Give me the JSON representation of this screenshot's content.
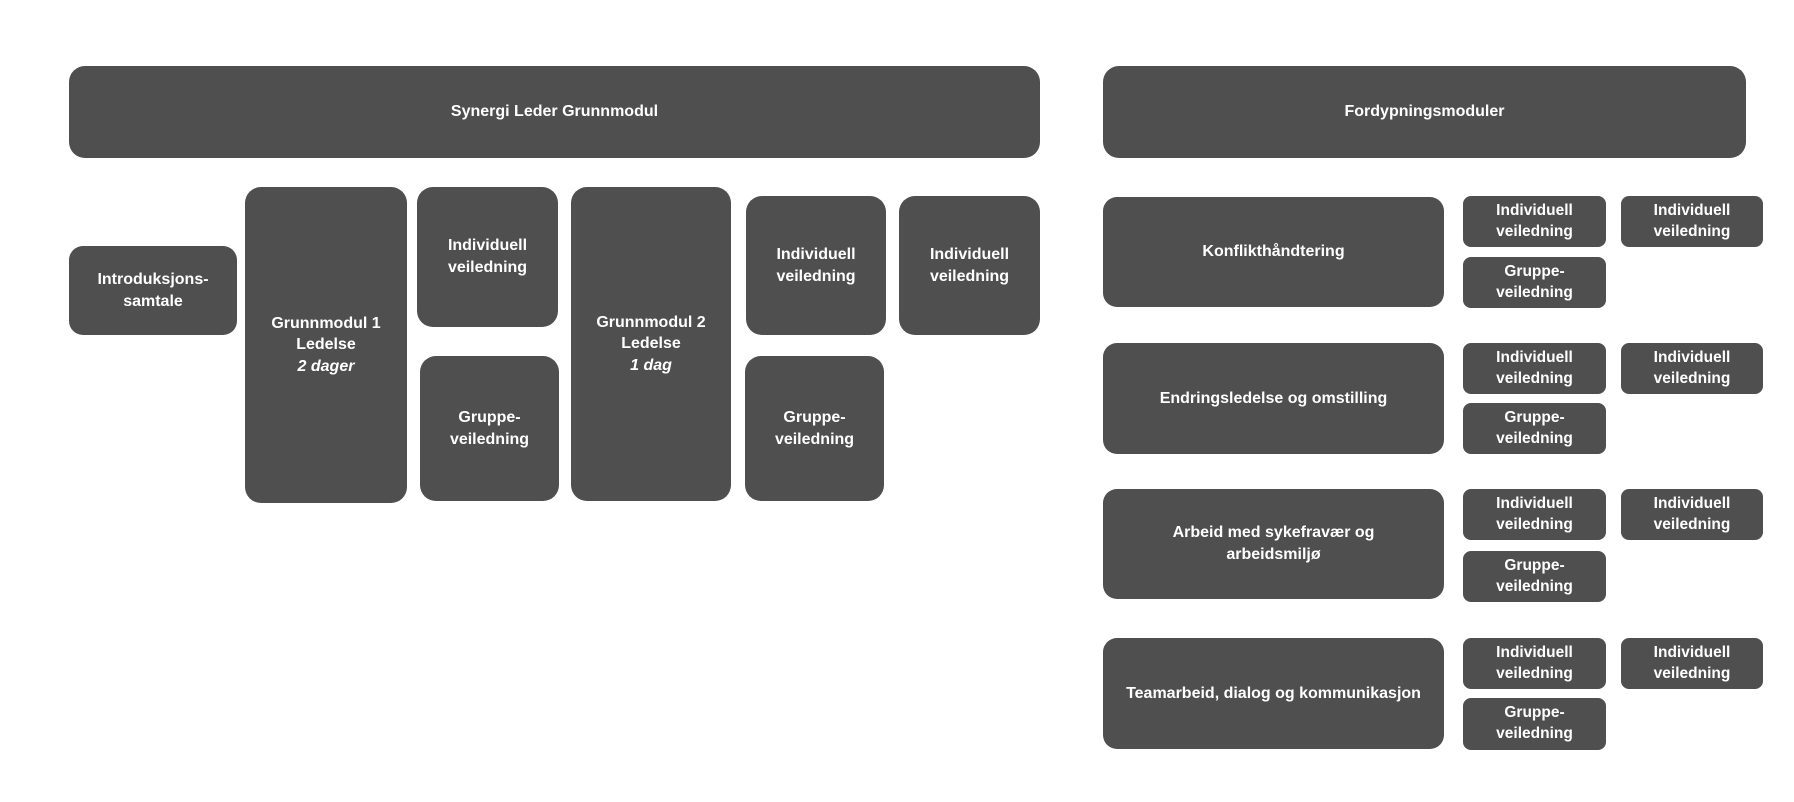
{
  "grunnmodul": {
    "header": "Synergi Leder Grunnmodul",
    "intro": [
      "Introduksjons-",
      "samtale"
    ],
    "module1": {
      "lines": [
        "Grunnmodul 1",
        "Ledelse"
      ],
      "duration": "2 dager"
    },
    "module2": {
      "lines": [
        "Grunnmodul 2",
        "Ledelse"
      ],
      "duration": "1 dag"
    },
    "individuell": [
      "Individuell",
      "veiledning"
    ],
    "gruppe": [
      "Gruppe-",
      "veiledning"
    ]
  },
  "fordypning": {
    "header": "Fordypningsmoduler",
    "modules": [
      {
        "title": [
          "Konflikthåndtering"
        ]
      },
      {
        "title": [
          "Endringsledelse og omstilling"
        ]
      },
      {
        "title": [
          "Arbeid med sykefravær og",
          "arbeidsmiljø"
        ]
      },
      {
        "title": [
          "Teamarbeid, dialog og kommunikasjon"
        ]
      }
    ],
    "individuell": [
      "Individuell",
      "veiledning"
    ],
    "gruppe": [
      "Gruppe-",
      "veiledning"
    ]
  },
  "colors": {
    "box": "#4f4f4f",
    "text": "#ffffff",
    "background": "#ffffff"
  }
}
